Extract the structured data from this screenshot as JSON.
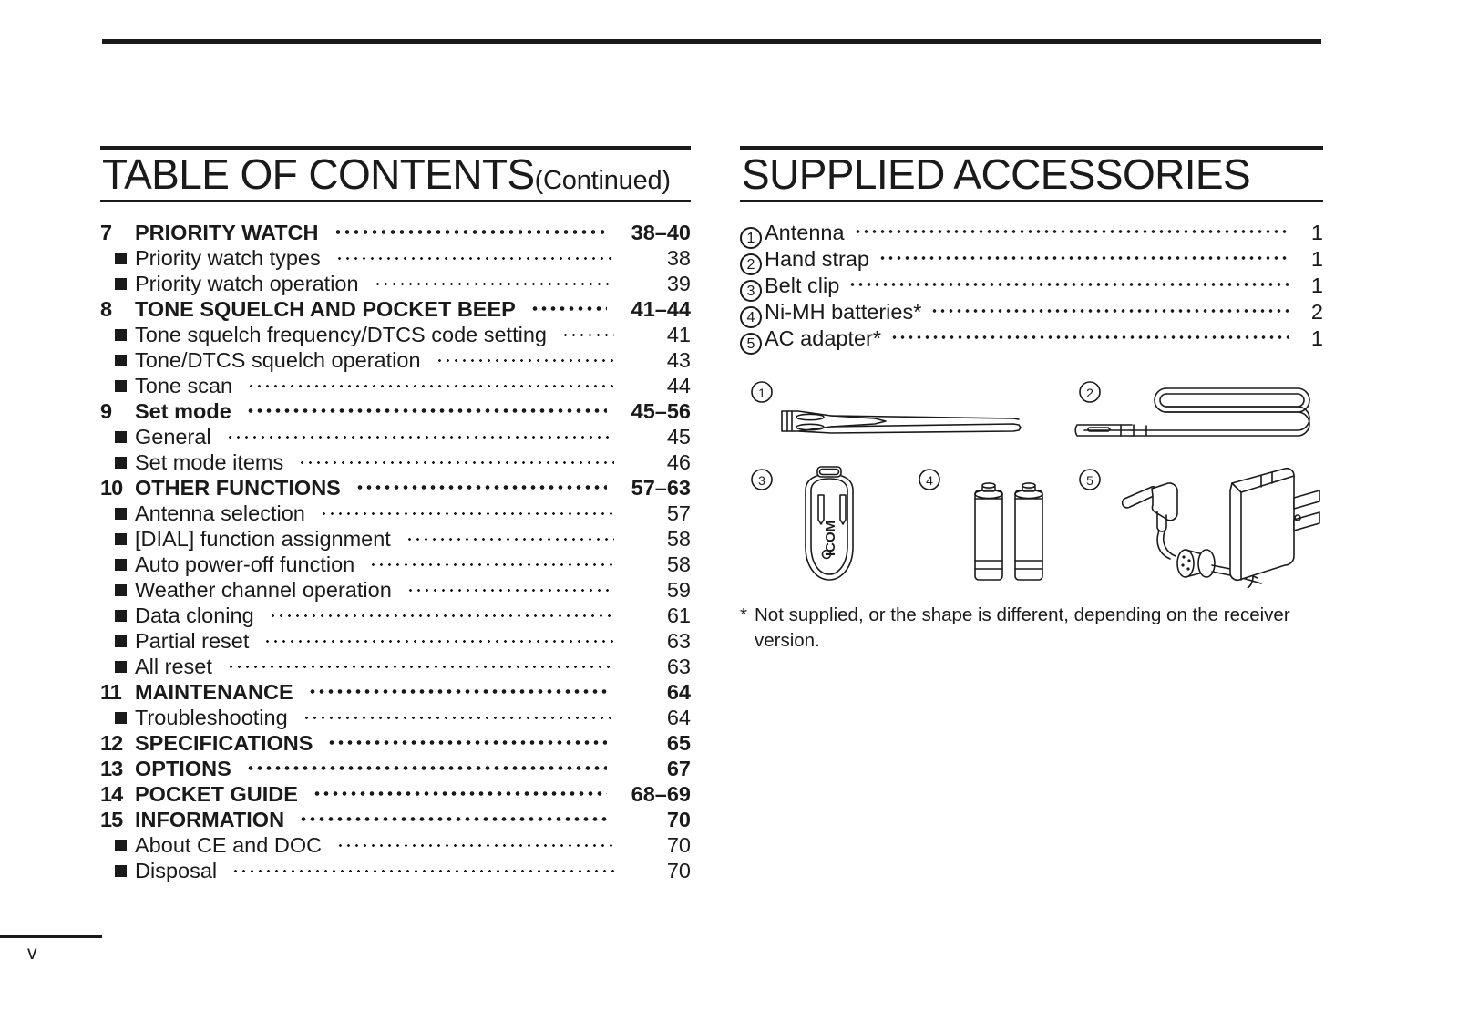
{
  "page": {
    "page_number": "v"
  },
  "toc": {
    "title": "TABLE OF CONTENTS",
    "title_suffix": "(Continued)",
    "rows": [
      {
        "type": "major",
        "num": "7",
        "label": "PRIORITY WATCH",
        "page": "38–40"
      },
      {
        "type": "sub",
        "num": "",
        "label": "Priority watch types",
        "page": "38"
      },
      {
        "type": "sub",
        "num": "",
        "label": "Priority watch operation",
        "page": "39"
      },
      {
        "type": "major",
        "num": "8",
        "label": "TONE SQUELCH AND POCKET BEEP",
        "page": "41–44"
      },
      {
        "type": "sub",
        "num": "",
        "label": "Tone squelch frequency/DTCS code setting",
        "page": "41"
      },
      {
        "type": "sub",
        "num": "",
        "label": "Tone/DTCS squelch operation",
        "page": "43"
      },
      {
        "type": "sub",
        "num": "",
        "label": "Tone scan",
        "page": "44"
      },
      {
        "type": "major",
        "num": "9",
        "label": "Set mode",
        "page": "45–56"
      },
      {
        "type": "sub",
        "num": "",
        "label": "General",
        "page": "45"
      },
      {
        "type": "sub",
        "num": "",
        "label": "Set mode items",
        "page": "46"
      },
      {
        "type": "major",
        "num": "10",
        "label": "OTHER FUNCTIONS",
        "page": "57–63"
      },
      {
        "type": "sub",
        "num": "",
        "label": "Antenna selection",
        "page": "57"
      },
      {
        "type": "sub",
        "num": "",
        "label": "[DIAL] function assignment",
        "page": "58"
      },
      {
        "type": "sub",
        "num": "",
        "label": "Auto power-off function",
        "page": "58"
      },
      {
        "type": "sub",
        "num": "",
        "label": "Weather channel operation",
        "page": "59"
      },
      {
        "type": "sub",
        "num": "",
        "label": "Data cloning",
        "page": "61"
      },
      {
        "type": "sub",
        "num": "",
        "label": "Partial reset",
        "page": "63"
      },
      {
        "type": "sub",
        "num": "",
        "label": "All reset",
        "page": "63"
      },
      {
        "type": "major",
        "num": "11",
        "label": "MAINTENANCE",
        "page": "64"
      },
      {
        "type": "sub",
        "num": "",
        "label": "Troubleshooting",
        "page": "64"
      },
      {
        "type": "major",
        "num": "12",
        "label": "SPECIFICATIONS",
        "page": "65"
      },
      {
        "type": "major",
        "num": "13",
        "label": "OPTIONS",
        "page": "67"
      },
      {
        "type": "major",
        "num": "14",
        "label": "POCKET GUIDE",
        "page": "68–69"
      },
      {
        "type": "major",
        "num": "15",
        "label": "INFORMATION",
        "page": "70"
      },
      {
        "type": "sub",
        "num": "",
        "label": "About CE and DOC",
        "page": "70"
      },
      {
        "type": "sub",
        "num": "",
        "label": "Disposal",
        "page": "70"
      }
    ]
  },
  "accessories": {
    "title": "SUPPLIED ACCESSORIES",
    "items": [
      {
        "marker": "1",
        "label": "Antenna",
        "qty": "1"
      },
      {
        "marker": "2",
        "label": "Hand strap",
        "qty": "1"
      },
      {
        "marker": "3",
        "label": "Belt clip",
        "qty": "1"
      },
      {
        "marker": "4",
        "label": "Ni-MH batteries*",
        "qty": "2"
      },
      {
        "marker": "5",
        "label": "AC adapter*",
        "qty": "1"
      }
    ],
    "figure_labels": {
      "antenna": "1",
      "hand_strap": "2",
      "belt_clip": "3",
      "batteries": "4",
      "ac_adapter": "5",
      "belt_clip_brand": "ICOM"
    },
    "footnote_marker": "*",
    "footnote_text": "Not supplied, or the shape is different, depending on the receiver version."
  },
  "colors": {
    "ink": "#1a1a1a",
    "paper": "#ffffff"
  }
}
